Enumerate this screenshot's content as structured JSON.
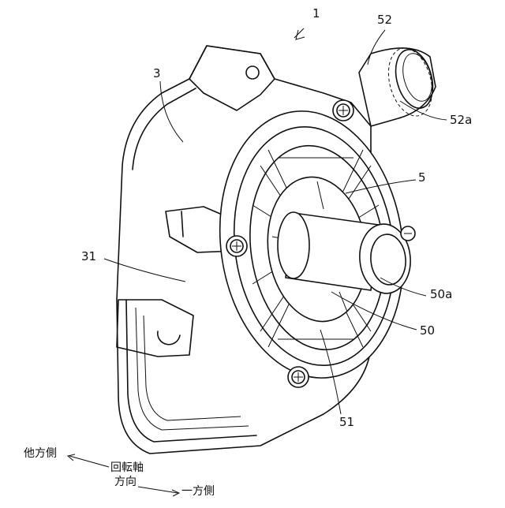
{
  "figure": {
    "ref_labels": {
      "pump": "1",
      "housing": "3",
      "housing_part": "31",
      "cover": "5",
      "inlet_pipe": "50",
      "inlet_opening": "50a",
      "cover_body": "51",
      "outlet_pipe": "52",
      "outlet_opening": "52a"
    },
    "direction_labels": {
      "other_side": "他方側",
      "axis_line1": "回転軸",
      "axis_line2": "方向",
      "one_side": "一方側"
    }
  }
}
